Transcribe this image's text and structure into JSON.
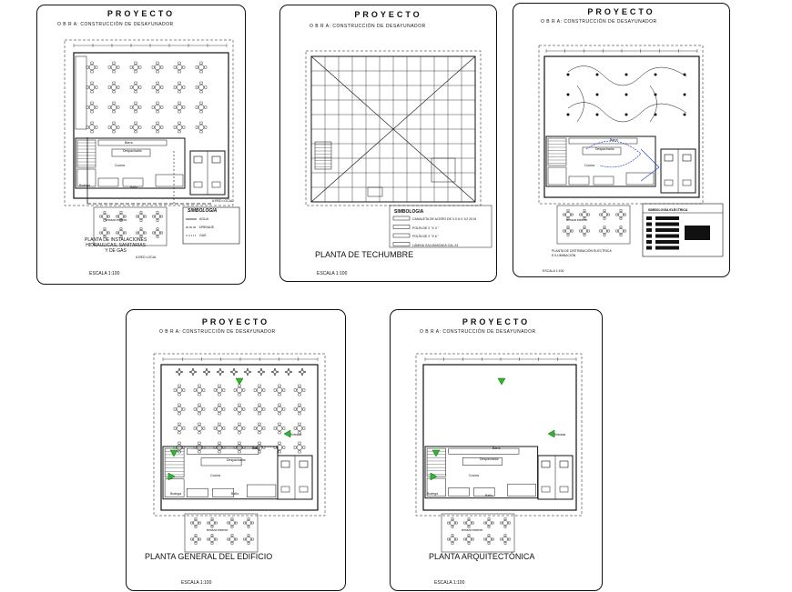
{
  "project_title": "PROYECTO",
  "obra": "O B R A: CONSTRUCCIÓN DE DESAYUNADOR",
  "scale": "ESCALA 1:100",
  "rooms": {
    "barra": "Barra",
    "despachador": "Despachador",
    "cocina": "Cocina",
    "bodega": "Bodega",
    "bano": "Baño",
    "entrada": "Entrada",
    "terraza": "terraza exterior"
  },
  "sheets": {
    "instalaciones": {
      "title": "PLANTA DE INSTALACIONES\nHIDRAULICAS, SANITARIAS\nY DE GAS",
      "legend_title": "SIMBOLOGIA",
      "legend_items": [
        "AGUA",
        "DRENAJE",
        "GAS"
      ],
      "red_local": "A RED LOCAL"
    },
    "techumbre": {
      "title": "PLANTA DE TECHUMBRE",
      "legend_title": "SIMBOLOGIA",
      "legend_items": [
        "CANALETA DE ACERO DE 3 X 6 X 1/2 20 M",
        "POLÍN DE 2 \"X 4 \"",
        "POLÍN DE 2 \"X 6 \"",
        "LÁMINA GALVANIZADA CAL.24"
      ]
    },
    "electrica": {
      "title": "PLANTA DE DISTRIBUCIÓN ELÉCTRICA\nE ILUMINACIÓN",
      "legend_title": "SIMBOLOGÍA ELÉCTRICA"
    },
    "general": {
      "title": "PLANTA GENERAL DEL EDIFICIO"
    },
    "arquitectonica": {
      "title": "PLANTA ARQUITECTÓNICA"
    }
  }
}
